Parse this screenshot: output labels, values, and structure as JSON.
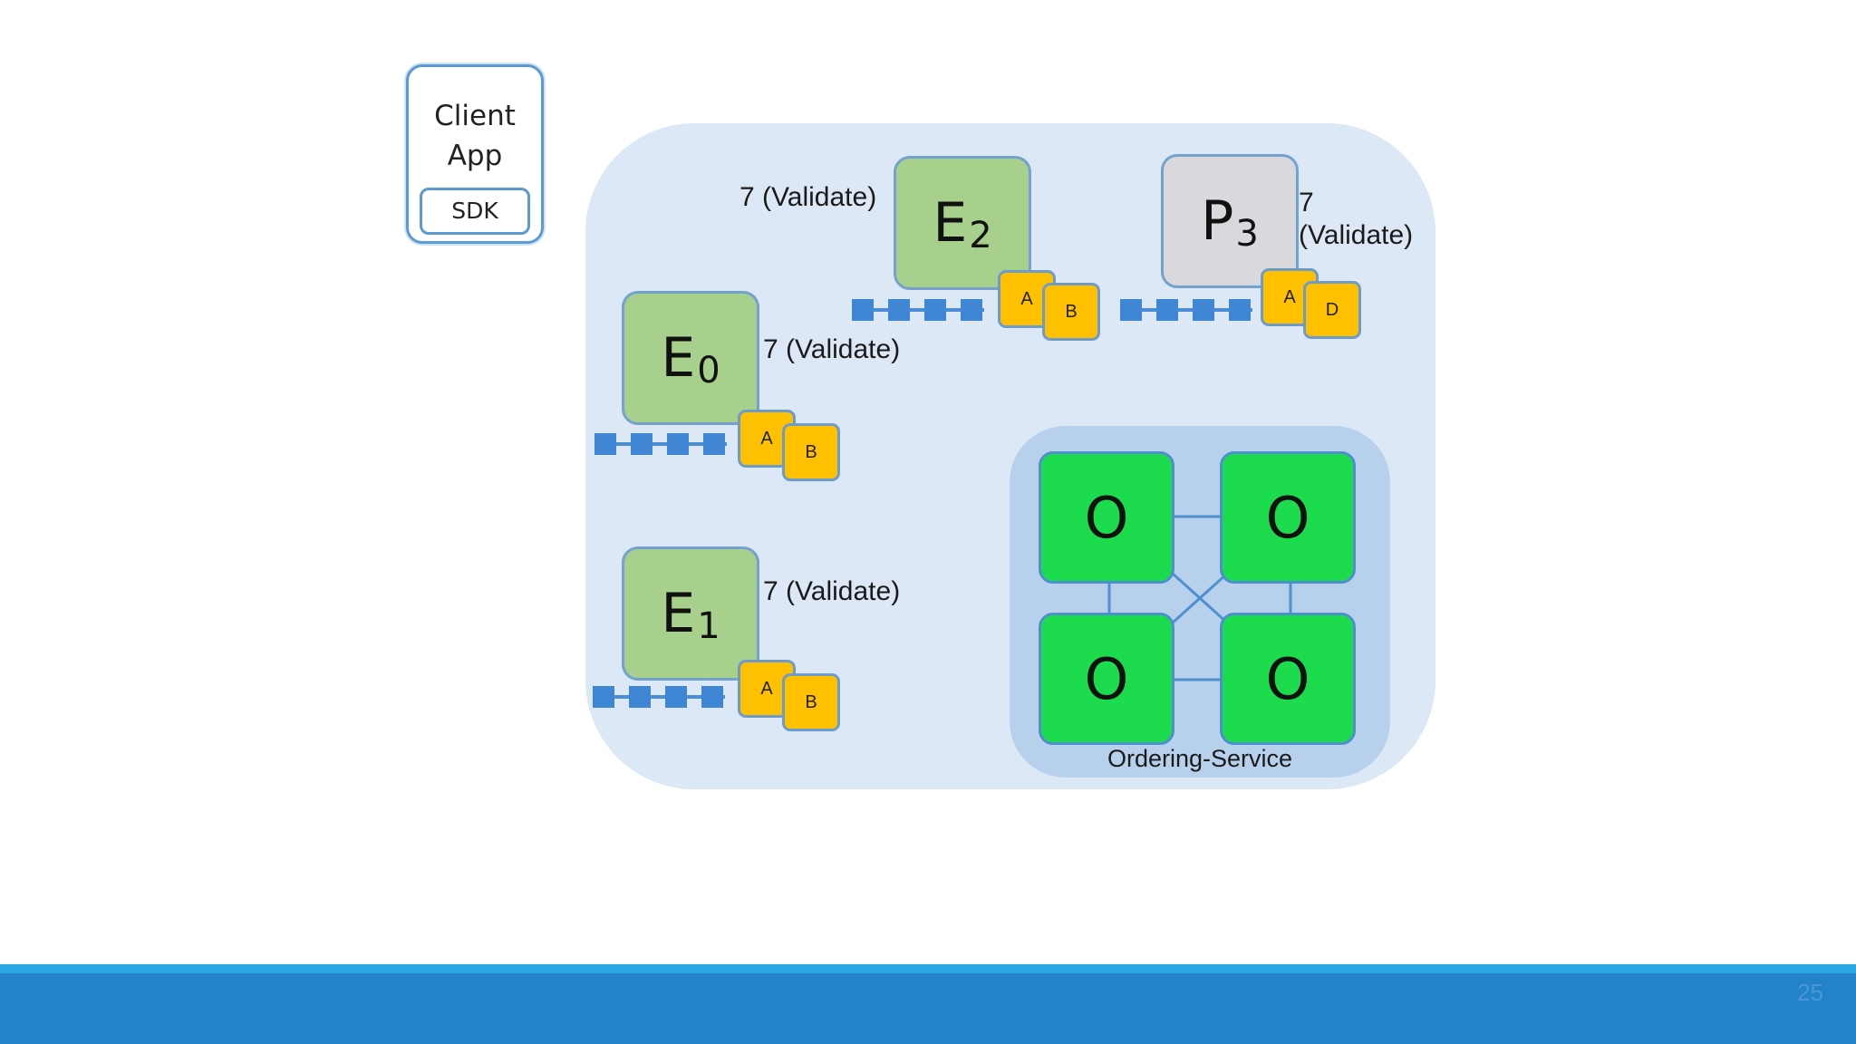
{
  "client_app": {
    "label": "Client\nApp",
    "sdk_label": "SDK"
  },
  "peers": {
    "e0": {
      "name": "E",
      "sub": "0",
      "note": "7 (Validate)",
      "chaincodes": [
        "A",
        "B"
      ]
    },
    "e1": {
      "name": "E",
      "sub": "1",
      "note": "7 (Validate)",
      "chaincodes": [
        "A",
        "B"
      ]
    },
    "e2": {
      "name": "E",
      "sub": "2",
      "note": "7 (Validate)",
      "chaincodes": [
        "A",
        "B"
      ]
    },
    "p3": {
      "name": "P",
      "sub": "3",
      "note": "7\n(Validate)",
      "chaincodes": [
        "A",
        "D"
      ]
    }
  },
  "ordering_service": {
    "label": "Ordering-Service",
    "nodes": [
      "O",
      "O",
      "O",
      "O"
    ]
  },
  "colors": {
    "endorser": "#a8d08d",
    "committer": "#d9d9dd",
    "chaincode": "#ffc000",
    "orderer": "#1cdc4e",
    "ledger": "#3f87d4",
    "footer": "#2383c9"
  },
  "footer": {
    "page_number": "25"
  }
}
